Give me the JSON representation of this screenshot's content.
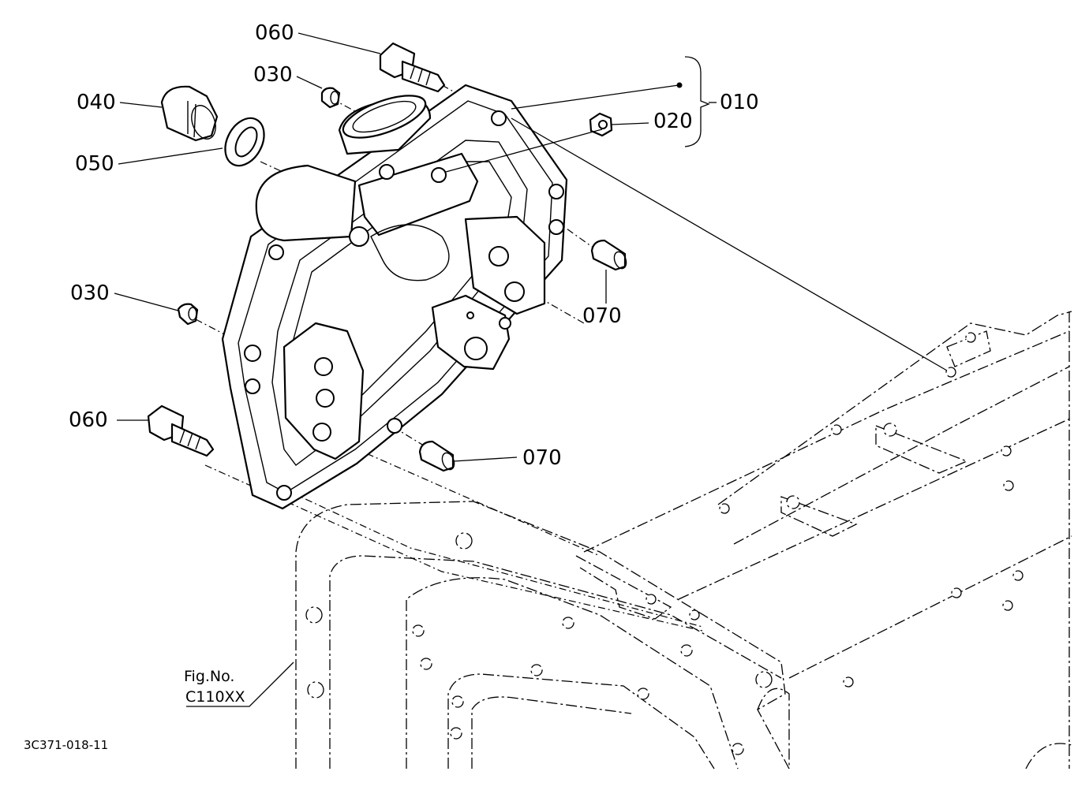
{
  "figure": {
    "fig_label": "Fig.No.",
    "fig_number": "C110XX",
    "document_id": "3C371-018-11"
  },
  "callouts": {
    "c010": "010",
    "c020": "020",
    "c030_top": "030",
    "c030_left": "030",
    "c040": "040",
    "c050": "050",
    "c060_top": "060",
    "c060_bottom": "060",
    "c070_right": "070",
    "c070_bottom": "070"
  }
}
